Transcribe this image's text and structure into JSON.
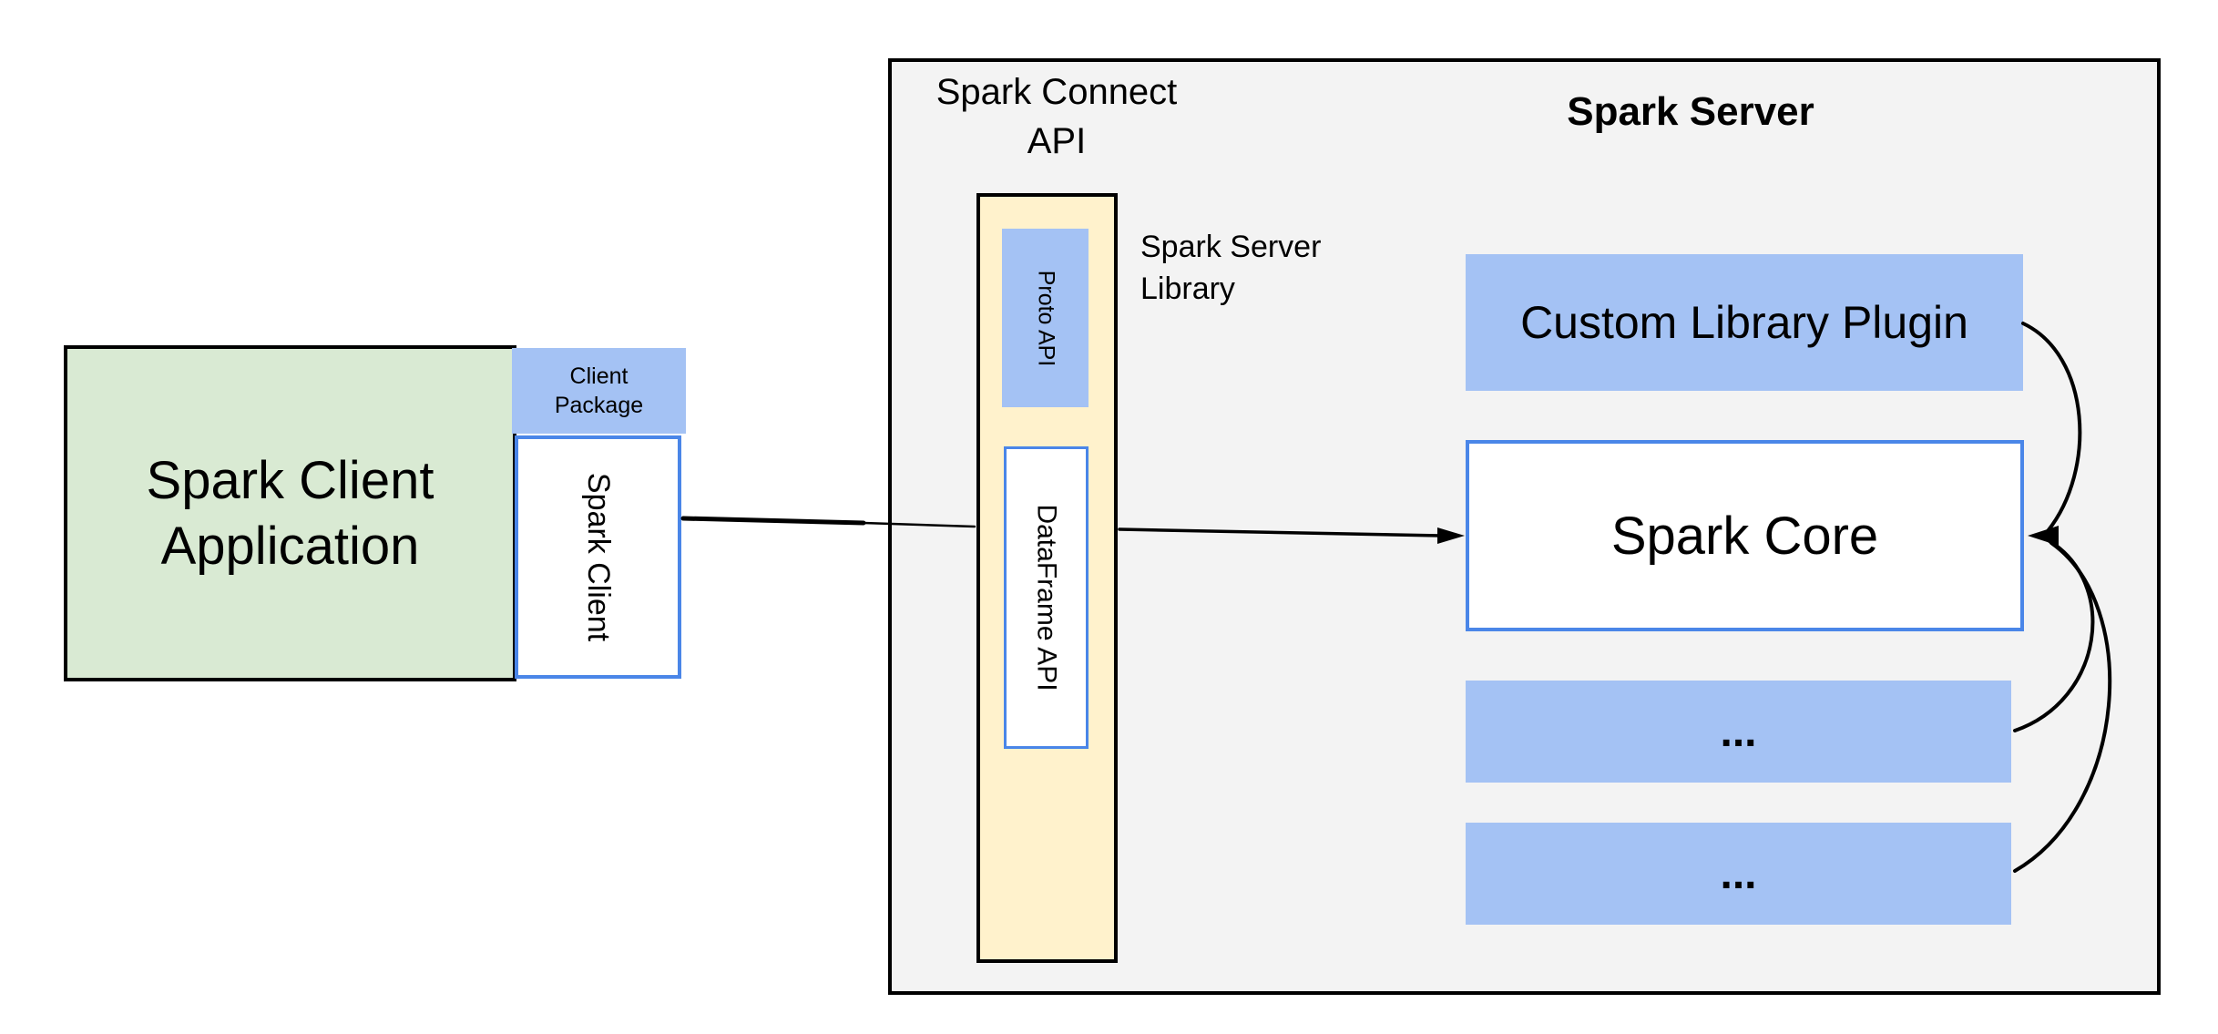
{
  "client": {
    "app_line1": "Spark Client",
    "app_line2": "Application",
    "package_line1": "Client",
    "package_line2": "Package",
    "spark_client": "Spark Client"
  },
  "connect": {
    "title_line1": "Spark Connect",
    "title_line2": "API",
    "proto": "Proto API",
    "dataframe": "DataFrame API",
    "library_line1": "Spark Server",
    "library_line2": "Library"
  },
  "server": {
    "title": "Spark Server",
    "plugin": "Custom Library Plugin",
    "core": "Spark Core",
    "more_top": "...",
    "more_bottom": "..."
  },
  "colors": {
    "green_fill": "#d9ead3",
    "blue_fill": "#a4c2f4",
    "cream_fill": "#fff2cc",
    "gray_fill": "#f3f3f3",
    "blue_border": "#4a86e8",
    "ink": "#000000"
  }
}
